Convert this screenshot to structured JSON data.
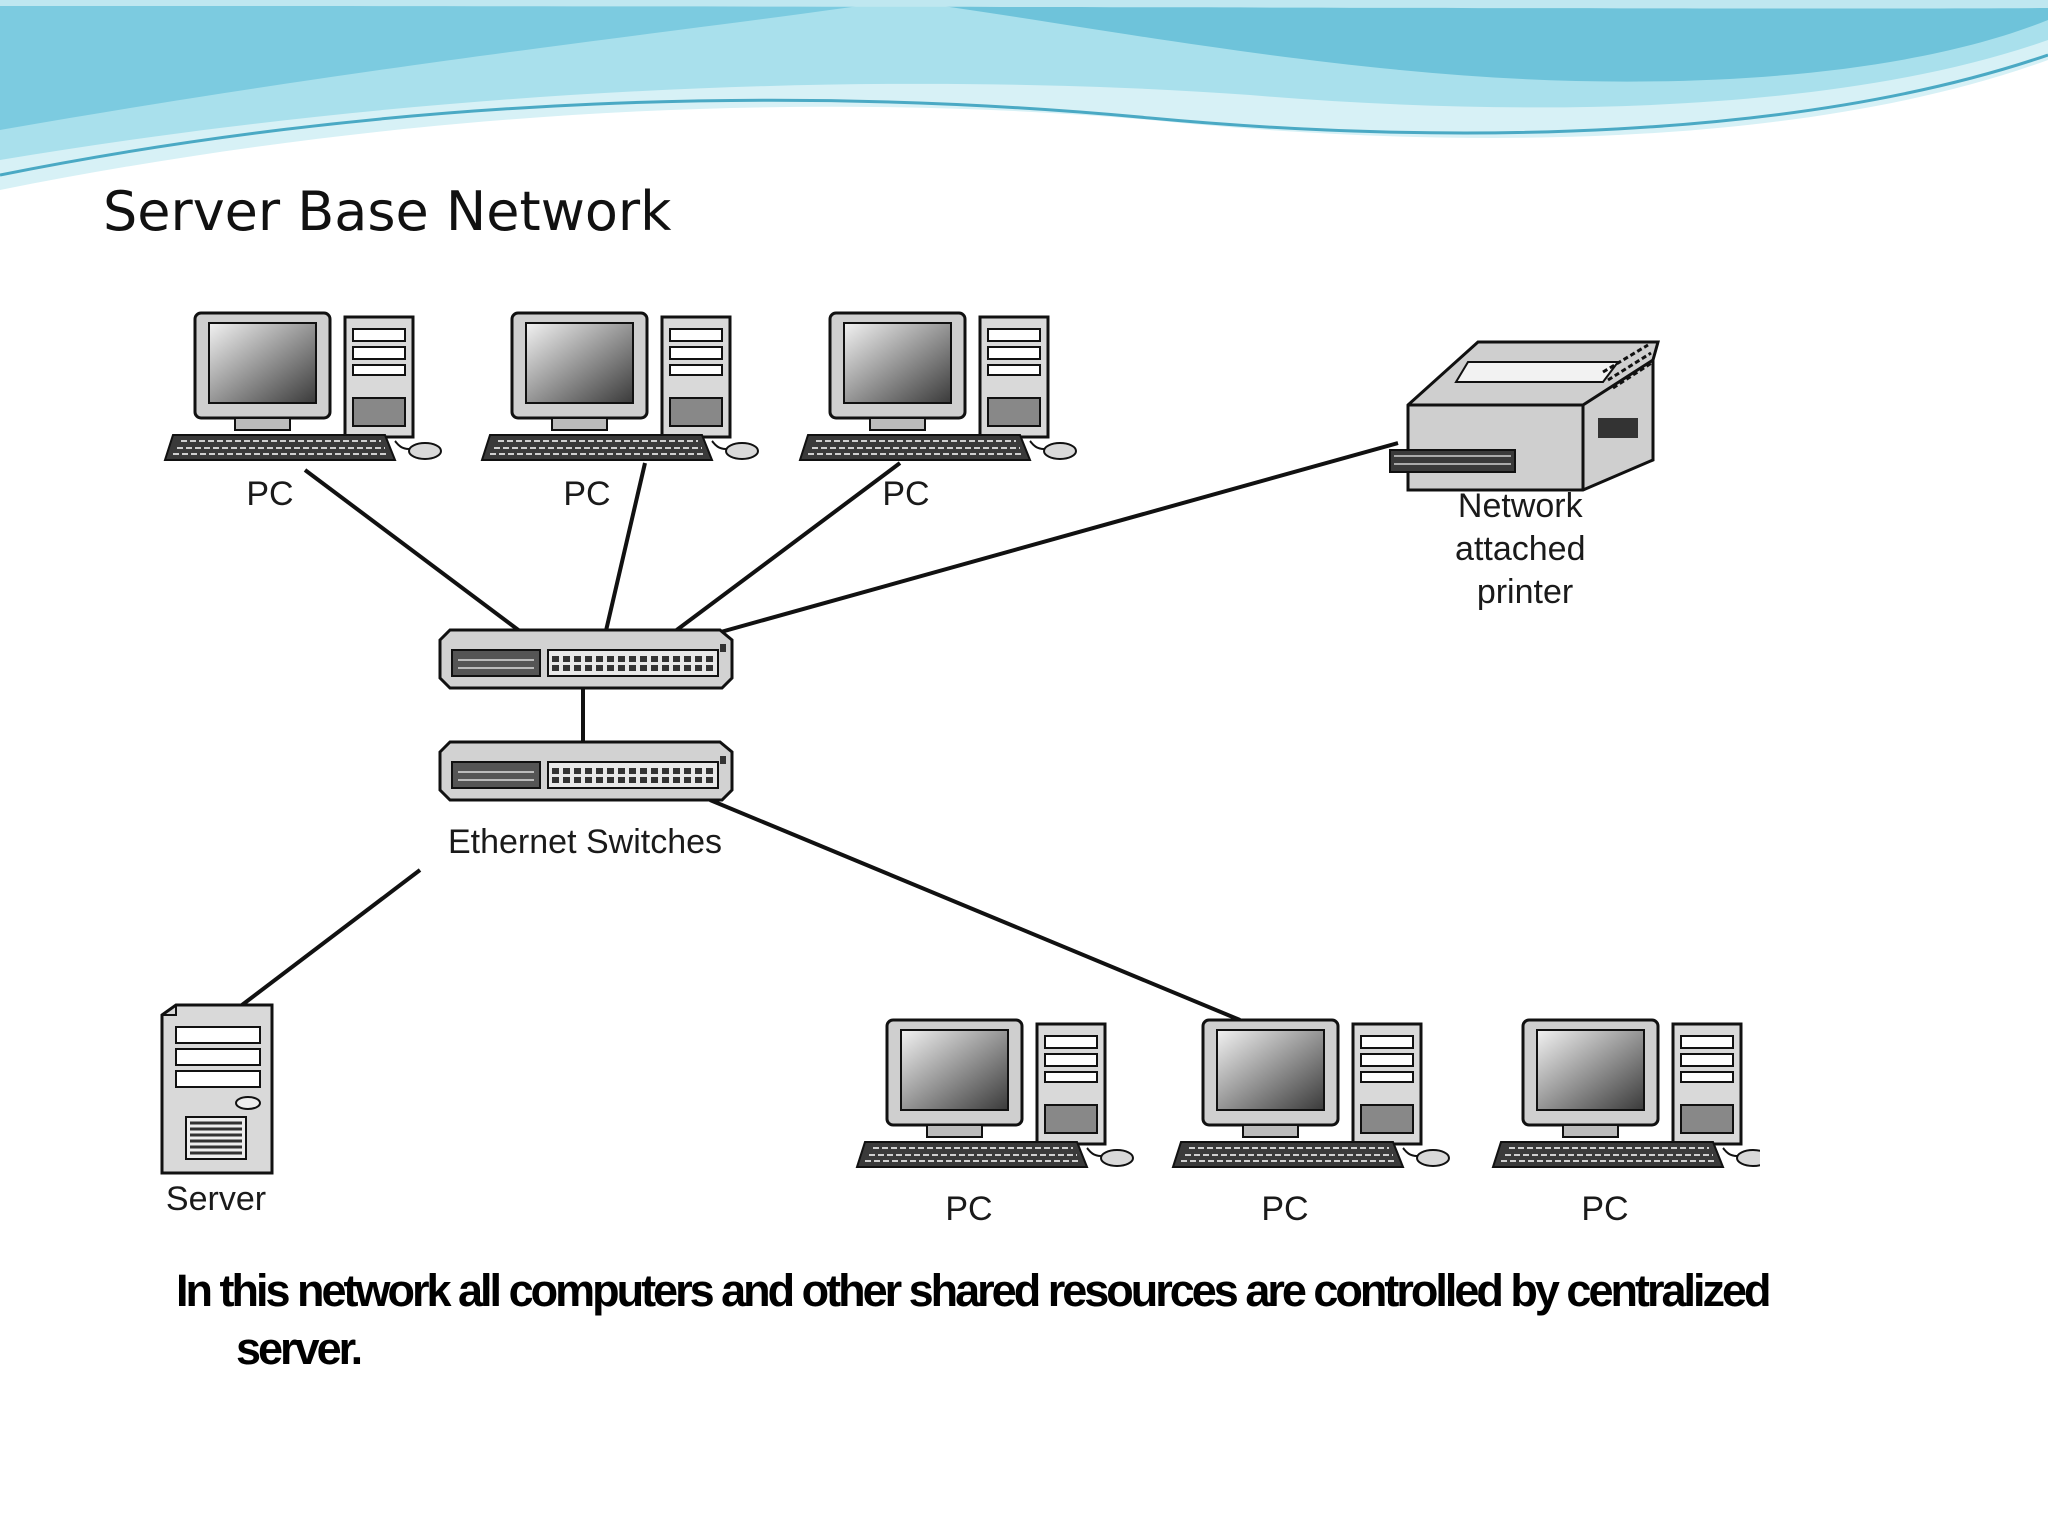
{
  "slide": {
    "title": "Server Base Network",
    "caption": "In this network all computers and other shared resources are controlled by centralized server."
  },
  "colors": {
    "wave_light": "#cdeef4",
    "wave_mid": "#8fd3e3",
    "wave_dark": "#5fb7d0",
    "line": "#111111"
  },
  "diagram": {
    "nodes": [
      {
        "type": "pc",
        "label": "PC"
      },
      {
        "type": "pc",
        "label": "PC"
      },
      {
        "type": "pc",
        "label": "PC"
      },
      {
        "type": "printer",
        "label_lines": [
          "Network",
          "attached",
          "printer"
        ]
      },
      {
        "type": "switch"
      },
      {
        "type": "switch",
        "label": "Ethernet Switches"
      },
      {
        "type": "server",
        "label": "Server"
      },
      {
        "type": "pc",
        "label": "PC"
      },
      {
        "type": "pc",
        "label": "PC"
      },
      {
        "type": "pc",
        "label": "PC"
      }
    ],
    "edges": [
      [
        "pc-top-1",
        "switch-upper"
      ],
      [
        "pc-top-2",
        "switch-upper"
      ],
      [
        "pc-top-3",
        "switch-upper"
      ],
      [
        "printer",
        "switch-upper"
      ],
      [
        "switch-upper",
        "switch-lower"
      ],
      [
        "switch-lower",
        "server"
      ],
      [
        "switch-lower",
        "pc-bottom-2"
      ]
    ]
  }
}
